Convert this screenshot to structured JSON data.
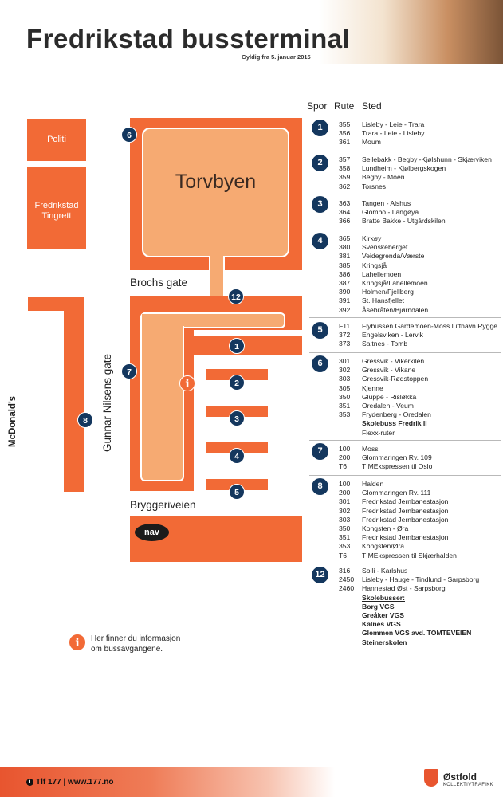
{
  "header": {
    "title": "Fredrikstad bussterminal",
    "subtitle": "Gyldig fra 5. januar 2015"
  },
  "map": {
    "places": {
      "politi": "Politi",
      "tingrett": "Fredrikstad Tingrett",
      "torvbyen": "Torvbyen",
      "mcdonalds": "McDonald's",
      "nav": "nav"
    },
    "streets": {
      "brochs": "Brochs gate",
      "gunnar": "Gunnar Nilsens gate",
      "bryggeri": "Bryggeriveien"
    },
    "info_icon": "i",
    "stops": {
      "s1": "1",
      "s2": "2",
      "s3": "3",
      "s4": "4",
      "s5": "5",
      "s6": "6",
      "s7": "7",
      "s8": "8",
      "s12": "12"
    }
  },
  "table": {
    "headers": {
      "spor": "Spor",
      "rute": "Rute",
      "sted": "Sted"
    },
    "groups": [
      {
        "spor": "1",
        "routes": [
          {
            "rute": "355",
            "sted": "Lisleby - Leie - Trara"
          },
          {
            "rute": "356",
            "sted": "Trara - Leie - Lisleby"
          },
          {
            "rute": "361",
            "sted": "Moum"
          }
        ]
      },
      {
        "spor": "2",
        "routes": [
          {
            "rute": "357",
            "sted": "Sellebakk - Begby -Kjølshunn - Skjærviken"
          },
          {
            "rute": "358",
            "sted": "Lundheim - Kjølbergskogen"
          },
          {
            "rute": "359",
            "sted": "Begby - Moen"
          },
          {
            "rute": "362",
            "sted": "Torsnes"
          }
        ]
      },
      {
        "spor": "3",
        "routes": [
          {
            "rute": "363",
            "sted": "Tangen - Alshus"
          },
          {
            "rute": "364",
            "sted": "Glombo - Langøya"
          },
          {
            "rute": "366",
            "sted": "Bratte Bakke - Utgårdskilen"
          }
        ]
      },
      {
        "spor": "4",
        "routes": [
          {
            "rute": "365",
            "sted": "Kirkøy"
          },
          {
            "rute": "380",
            "sted": "Svenskeberget"
          },
          {
            "rute": "381",
            "sted": "Veidegrenda/Værste"
          },
          {
            "rute": "385",
            "sted": "Kringsjå"
          },
          {
            "rute": "386",
            "sted": "Lahellemoen"
          },
          {
            "rute": "387",
            "sted": "Kringsjå/Lahellemoen"
          },
          {
            "rute": "390",
            "sted": "Holmen/Fjellberg"
          },
          {
            "rute": "391",
            "sted": "St. Hansfjellet"
          },
          {
            "rute": "392",
            "sted": "Åsebråten/Bjørndalen"
          }
        ]
      },
      {
        "spor": "5",
        "routes": [
          {
            "rute": "F11",
            "sted": "Flybussen Gardemoen-Moss lufthavn Rygge"
          },
          {
            "rute": "372",
            "sted": "Engelsviken - Lervik"
          },
          {
            "rute": "373",
            "sted": "Saltnes - Tomb"
          }
        ]
      },
      {
        "spor": "6",
        "routes": [
          {
            "rute": "301",
            "sted": "Gressvik - Vikerkilen"
          },
          {
            "rute": "302",
            "sted": "Gressvik - Vikane"
          },
          {
            "rute": "303",
            "sted": "Gressvik-Rødstoppen"
          },
          {
            "rute": "305",
            "sted": "Kjenne"
          },
          {
            "rute": "350",
            "sted": "Gluppe - Risløkka"
          },
          {
            "rute": "351",
            "sted": "Oredalen - Veum"
          },
          {
            "rute": "353",
            "sted": "Frydenberg - Oredalen"
          }
        ],
        "extra": [
          "Skolebuss Fredrik II"
        ],
        "extra_plain": [
          "Flexx-ruter"
        ]
      },
      {
        "spor": "7",
        "routes": [
          {
            "rute": "100",
            "sted": "Moss"
          },
          {
            "rute": "200",
            "sted": "Glommaringen Rv. 109"
          },
          {
            "rute": "T6",
            "sted": "TIMEkspressen til Oslo"
          }
        ]
      },
      {
        "spor": "8",
        "routes": [
          {
            "rute": "100",
            "sted": "Halden"
          },
          {
            "rute": "200",
            "sted": "Glommaringen Rv. 111"
          },
          {
            "rute": "301",
            "sted": "Fredrikstad Jernbanestasjon"
          },
          {
            "rute": "302",
            "sted": "Fredrikstad Jernbanestasjon"
          },
          {
            "rute": "303",
            "sted": "Fredrikstad Jernbanestasjon"
          },
          {
            "rute": "350",
            "sted": "Kongsten - Øra"
          },
          {
            "rute": "351",
            "sted": "Fredrikstad Jernbanestasjon"
          },
          {
            "rute": "353",
            "sted": "Kongsten/Øra"
          },
          {
            "rute": "T6",
            "sted": "TIMEkspressen til Skjærhalden"
          }
        ]
      },
      {
        "spor": "12",
        "routes": [
          {
            "rute": "316",
            "sted": "Solli - Karlshus"
          },
          {
            "rute": "2450",
            "sted": "Lisleby - Hauge - Tindlund - Sarpsborg"
          },
          {
            "rute": "2460",
            "sted": "Hannestad Øst - Sarpsborg"
          }
        ],
        "extra_heading": "Skolebusser:",
        "extra": [
          "Borg VGS",
          "Greåker VGS",
          "Kalnes VGS",
          "Glemmen VGS avd. TOMTEVEIEN",
          "Steinerskolen"
        ]
      }
    ]
  },
  "legend": {
    "text_line1": "Her finner du informasjon",
    "text_line2": "om bussavgangene."
  },
  "footer": {
    "contact": "Tlf 177  |  www.177.no",
    "brand": "Østfold",
    "brand_sub": "KOLLEKTIVTRAFIKK"
  },
  "colors": {
    "orange": "#f26a36",
    "light_orange": "#f6aa72",
    "navy": "#14375e"
  }
}
